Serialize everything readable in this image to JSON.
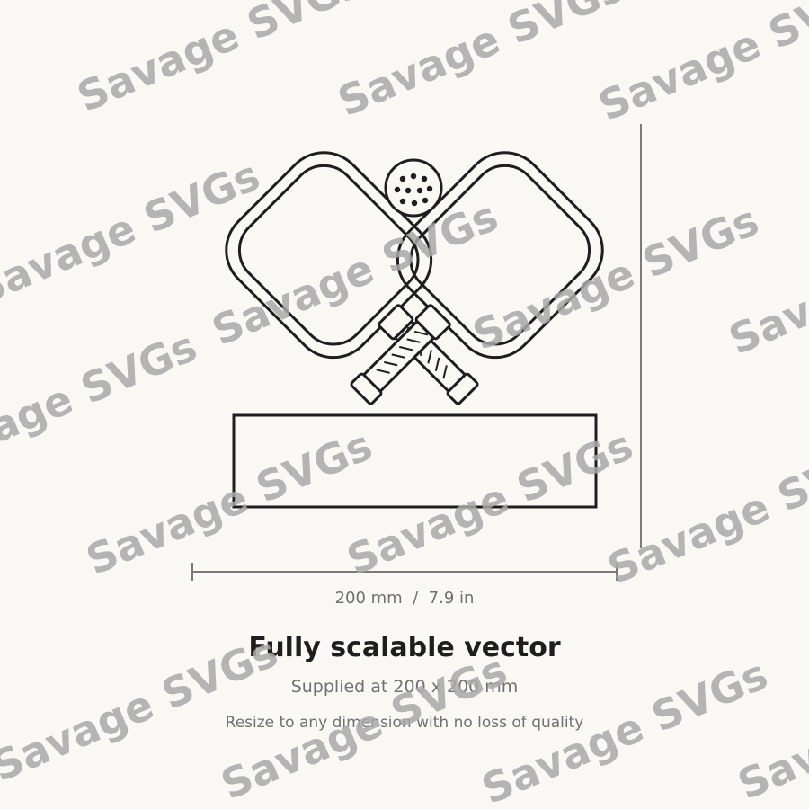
{
  "dimension": {
    "width_label": "200 mm  /  7.9 in"
  },
  "headline": "Fully scalable vector",
  "supplied": "Supplied at 200 x 200 mm",
  "note": "Resize to any dimension with no loss of quality",
  "watermark": "Savage SVGs",
  "colors": {
    "background": "#f9f8f4",
    "stroke": "#1e1e1e",
    "rule": "#7a7a7a",
    "watermark": "#a8a8a8"
  }
}
